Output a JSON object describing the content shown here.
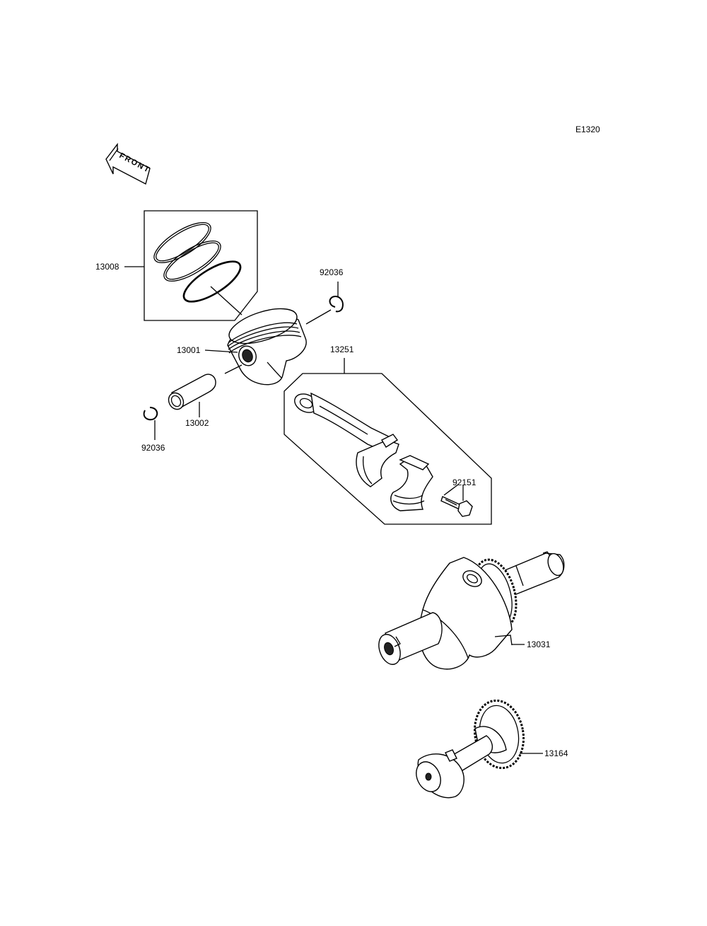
{
  "diagram_code": "E1320",
  "front_label": "FRONT",
  "parts": {
    "rings": "13008",
    "piston": "13001",
    "pin": "13002",
    "clip_top": "92036",
    "clip_bottom": "92036",
    "conrod": "13251",
    "bolt": "92151",
    "crankshaft": "13031",
    "balancer": "13164"
  }
}
